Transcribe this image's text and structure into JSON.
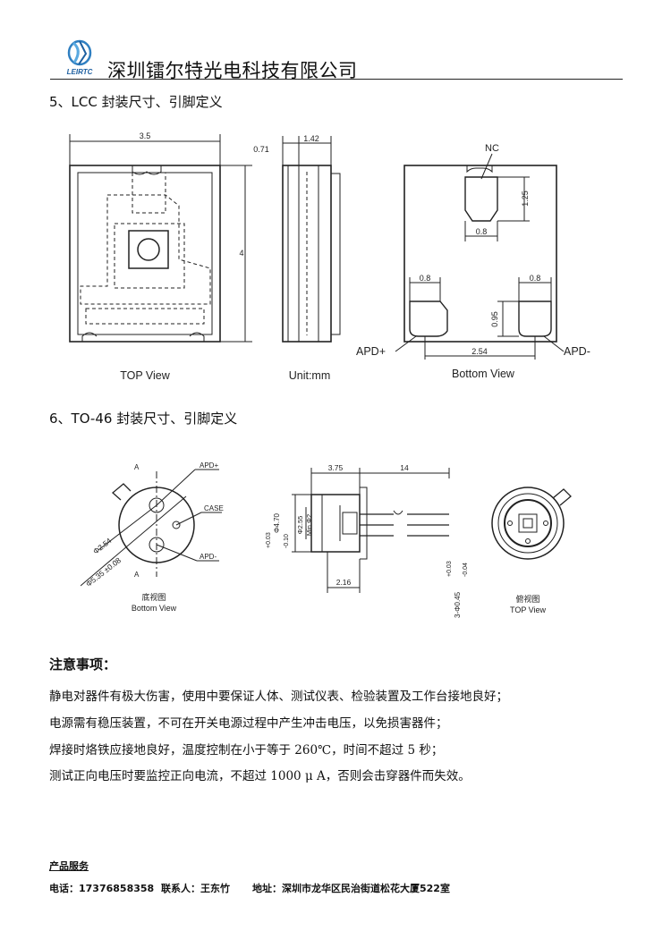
{
  "header": {
    "company": "深圳镭尔特光电科技有限公司",
    "logo_text": "LEIRTC"
  },
  "sections": {
    "lcc_title": "5、LCC 封装尺寸、引脚定义",
    "to46_title": "6、TO-46 封装尺寸、引脚定义"
  },
  "lcc": {
    "top": {
      "width": "3.5",
      "height": "4",
      "label": "TOP View"
    },
    "side": {
      "dim_a": "0.71",
      "dim_b": "1.42",
      "label": "Unit:mm"
    },
    "bottom": {
      "nc": "NC",
      "nc_h": "1.25",
      "nc_w": "0.8",
      "pad_l": "0.8",
      "pad_r": "0.8",
      "pad_h": "0.95",
      "pitch": "2.54",
      "apd_plus": "APD+",
      "apd_minus": "APD-",
      "label": "Bottom View"
    }
  },
  "to46": {
    "bottom": {
      "a_top": "A",
      "a_bottom": "A",
      "apd_plus": "APD+",
      "case": "CASE",
      "apd_minus": "APD-",
      "pin_circle": "Φ2.54",
      "body_dia": "Φ5.35 ±0.08",
      "label_cn": "底视图",
      "label_en": "Bottom View"
    },
    "side": {
      "dim_375": "3.75",
      "dim_14": "14",
      "dim_216": "2.16",
      "dia_470": "Φ4.70",
      "tol_470_p": "+0.03",
      "tol_470_m": "-0.10",
      "dia_255": "Φ2.55",
      "min_2": "Min Φ2",
      "lead": "3-Φ0.45",
      "lead_p": "+0.03",
      "lead_m": "-0.04"
    },
    "top": {
      "label_cn": "俯视图",
      "label_en": "TOP View"
    }
  },
  "notes": {
    "title": "注意事项：",
    "items": [
      "静电对器件有极大伤害，使用中要保证人体、测试仪表、检验装置及工作台接地良好；",
      "电源需有稳压装置，不可在开关电源过程中产生冲击电压，以免损害器件；",
      "焊接时烙铁应接地良好，温度控制在小于等于 260℃，时间不超过 5 秒；",
      "测试正向电压时要监控正向电流，不超过 1000 μ A，否则会击穿器件而失效。"
    ]
  },
  "footer": {
    "service": "产品服务",
    "phone": "电话：17376858358",
    "contact": "联系人：王东竹",
    "address": "地址：深圳市龙华区民治街道松花大厦522室"
  }
}
